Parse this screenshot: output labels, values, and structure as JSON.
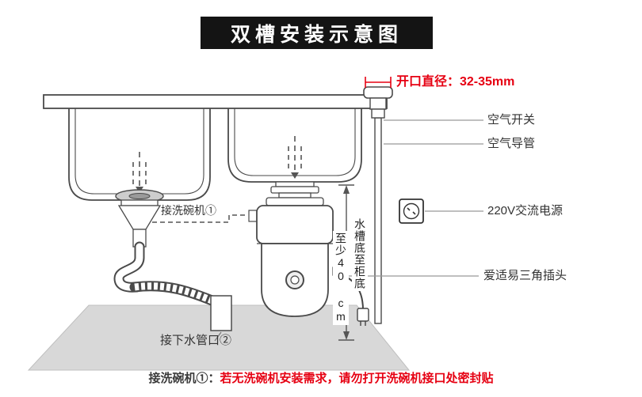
{
  "title": "双槽安装示意图",
  "labels": {
    "opening_diameter": "开口直径：32-35mm",
    "air_switch": "空气开关",
    "air_duct": "空气导管",
    "ac_power": "220V交流电源",
    "triangle_plug": "爱适易三角插头",
    "dishwasher_connection": "接洗碗机①",
    "sink_bottom_to_cabinet": "水槽底至柜底",
    "min_clearance": "至少40 cm",
    "drain_outlet": "接下水管口②"
  },
  "note": {
    "prefix": "接洗碗机①：",
    "body": "若无洗碗机安装需求，请勿打开洗碗机接口处密封贴"
  },
  "colors": {
    "accent_red": "#e60012",
    "line": "#4a4a4a",
    "label_text": "#333333",
    "floor_gray": "#d8d8d8",
    "title_bg": "#141414"
  }
}
